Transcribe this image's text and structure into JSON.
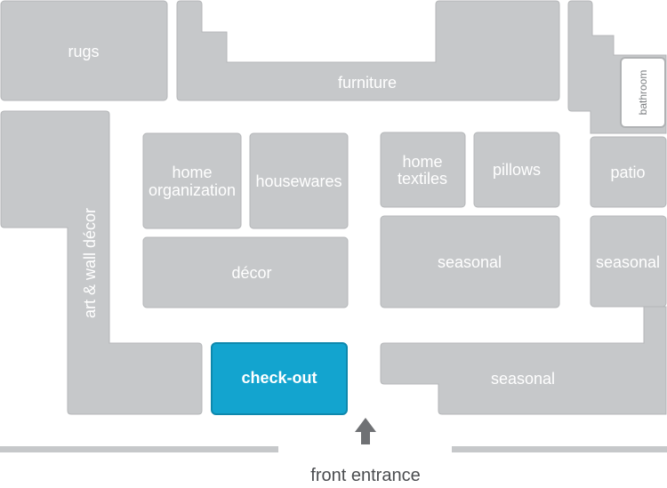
{
  "departments": {
    "rugs": "rugs",
    "furniture": "furniture",
    "bathroom": "bathroom",
    "art_wall_decor": "art & wall décor",
    "home_organization": [
      "home",
      "organization"
    ],
    "housewares": "housewares",
    "home_textiles": [
      "home",
      "textiles"
    ],
    "pillows": "pillows",
    "patio": "patio",
    "decor": "décor",
    "seasonal_center": "seasonal",
    "seasonal_right": "seasonal",
    "seasonal_bottom": "seasonal",
    "checkout": "check-out"
  },
  "entrance": {
    "label": "front entrance"
  },
  "colors": {
    "zone": "#c6c8ca",
    "highlight": "#13a4cf"
  },
  "icons": {
    "entrance_arrow": "arrow-up-icon"
  }
}
